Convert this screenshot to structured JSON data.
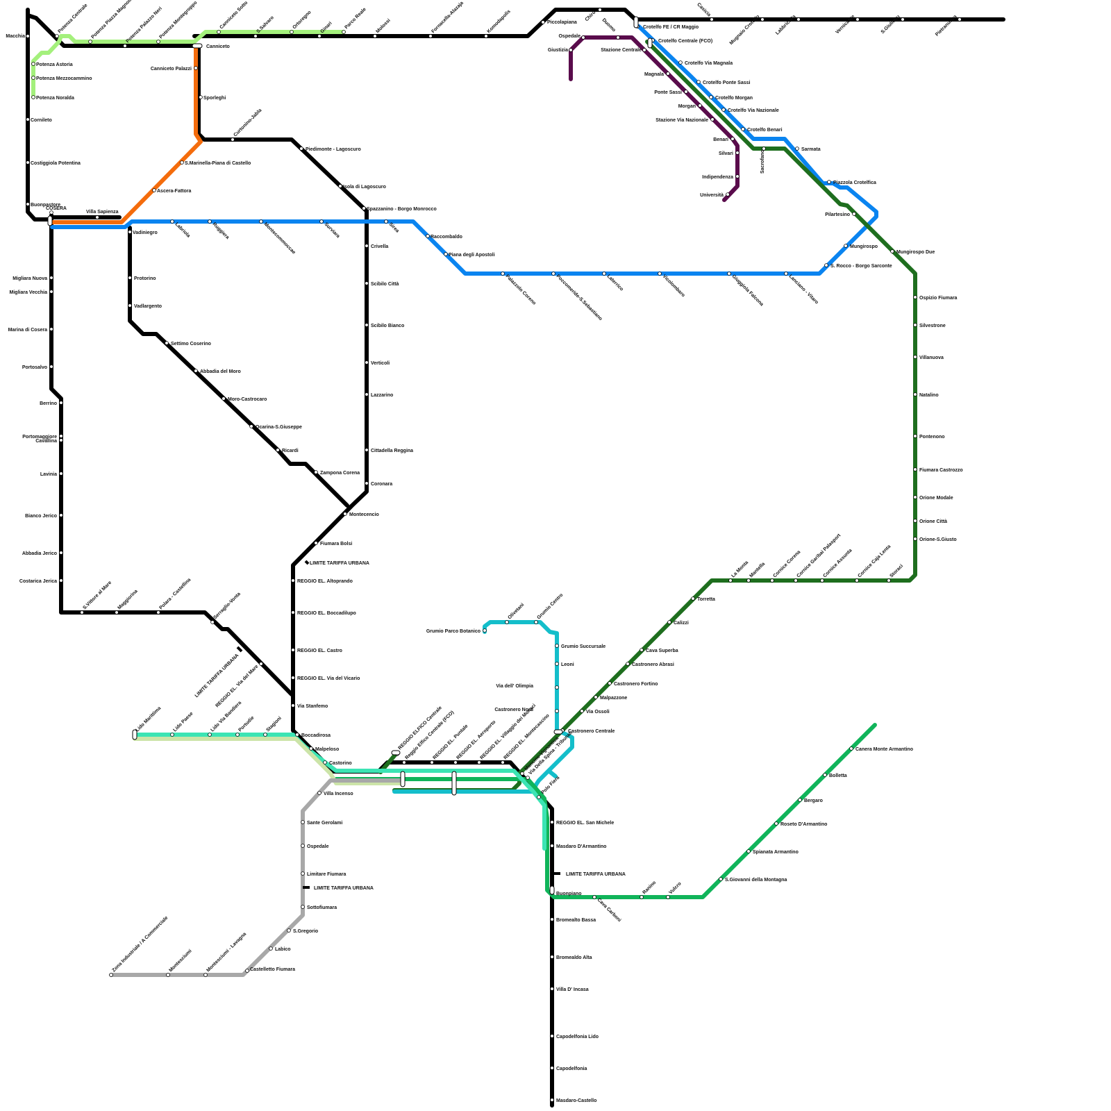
{
  "colors": {
    "black": "#000000",
    "blue": "#0a84f0",
    "orange": "#f46c0c",
    "lightgreen": "#a4f07c",
    "purple": "#5a0c4c",
    "darkgreen": "#1e6e1e",
    "green": "#10b45a",
    "teal": "#14beca",
    "aqua": "#3ce4b4",
    "beige": "#cce4a8",
    "gray": "#a8a8a8"
  },
  "notes": [
    {
      "id": "ltu-1",
      "text": "LIMITE TARIFFA URBANA"
    },
    {
      "id": "ltu-2",
      "text": "LIMITE TARIFFA URBANA"
    },
    {
      "id": "ltu-3",
      "text": "LIMITE TARIFFA URBANA"
    },
    {
      "id": "ltu-4",
      "text": "LIMITE TARIFFA URBANA"
    }
  ],
  "stations": [
    {
      "n": "Macchia"
    },
    {
      "n": "Potenza Centrale"
    },
    {
      "n": "Potenza Piazza Magnolia"
    },
    {
      "n": "Potenza Palazzo Neri"
    },
    {
      "n": "Potenza Montegroppo"
    },
    {
      "n": "Canniceto Sotto"
    },
    {
      "n": "S.Salvaro"
    },
    {
      "n": "Ortoregno"
    },
    {
      "n": "Ginari"
    },
    {
      "n": "Parco Reale"
    },
    {
      "n": "Molossi"
    },
    {
      "n": "Fornacella-Alazaja"
    },
    {
      "n": "Komodapolis"
    },
    {
      "n": "Piccolapiana"
    },
    {
      "n": "Chiro"
    },
    {
      "n": "Casicia"
    },
    {
      "n": "Mugnaio Crotelfo"
    },
    {
      "n": "Labbriciola"
    },
    {
      "n": "Vernicante"
    },
    {
      "n": "S.Giuliettu"
    },
    {
      "n": "Pietranuova"
    },
    {
      "n": "Crotelfo FE / CR Maggio"
    },
    {
      "n": "Crotelfo Centrale (FCO)"
    },
    {
      "n": "Ospedale"
    },
    {
      "n": "Duomo"
    },
    {
      "n": "Giustizia"
    },
    {
      "n": "Stazione Centrale"
    },
    {
      "n": "Crotelfo Via Magnala"
    },
    {
      "n": "Magnala"
    },
    {
      "n": "Crotelfo Ponte Sassi"
    },
    {
      "n": "Ponte Sassi"
    },
    {
      "n": "Crotelfo Morgan"
    },
    {
      "n": "Morgan"
    },
    {
      "n": "Crotelfo Via Nazionale"
    },
    {
      "n": "Stazione Via Nazionale"
    },
    {
      "n": "Crotelfo Benari"
    },
    {
      "n": "Benari"
    },
    {
      "n": "Silvari"
    },
    {
      "n": "Indipendenza"
    },
    {
      "n": "Università"
    },
    {
      "n": "Sacrofano"
    },
    {
      "n": "Sarmata"
    },
    {
      "n": "Piazzola Crotelfica"
    },
    {
      "n": "Pilartesino"
    },
    {
      "n": "Mungirospo"
    },
    {
      "n": "S. Rocco - Borgo Sarconte"
    },
    {
      "n": "Mungirospo Due"
    },
    {
      "n": "Potenza Astoria"
    },
    {
      "n": "Potenza Mezzocammino"
    },
    {
      "n": "Potenza Noralda"
    },
    {
      "n": "Cornileto"
    },
    {
      "n": "Costiggiola Potentina"
    },
    {
      "n": "Buonpastore"
    },
    {
      "n": "COSERA"
    },
    {
      "n": "Villa Sapienza"
    },
    {
      "n": "Canniceto"
    },
    {
      "n": "Canniceto Palazzi"
    },
    {
      "n": "Sporleghi"
    },
    {
      "n": "Curtonino-Jabla"
    },
    {
      "n": "S.Marinella-Piana di Castello"
    },
    {
      "n": "Ascera-Fattora"
    },
    {
      "n": "Piedimonte - Lagoscuro"
    },
    {
      "n": "Isola di Lagoscuro"
    },
    {
      "n": "Spazzanino - Borgo Monrocco"
    },
    {
      "n": "Vadiniegro"
    },
    {
      "n": "Labriola"
    },
    {
      "n": "Ruggiera"
    },
    {
      "n": "Montecommoccae"
    },
    {
      "n": "Surviara"
    },
    {
      "n": "Sirea"
    },
    {
      "n": "Raccombaldo"
    },
    {
      "n": "Piana degli Apostoli"
    },
    {
      "n": "Palazzolo Coreno"
    },
    {
      "n": "Poccomeride-S.Sebastiano"
    },
    {
      "n": "Laterrico"
    },
    {
      "n": "Vicolombaro"
    },
    {
      "n": "Giuggiola Falcona"
    },
    {
      "n": "Lanciano - Vitaro"
    },
    {
      "n": "Crivella"
    },
    {
      "n": "Scibilo Città"
    },
    {
      "n": "Scibilo Bianco"
    },
    {
      "n": "Verticoli"
    },
    {
      "n": "Lazzarino"
    },
    {
      "n": "Cittadella Reggina"
    },
    {
      "n": "Coronara"
    },
    {
      "n": "Migliara Nuova"
    },
    {
      "n": "Migliara Vecchia"
    },
    {
      "n": "Marina di Cosera"
    },
    {
      "n": "Portosalvo"
    },
    {
      "n": "Protorino"
    },
    {
      "n": "Vadlargento"
    },
    {
      "n": "Settimo Coserino"
    },
    {
      "n": "Abbadia del Moro"
    },
    {
      "n": "Moro-Castrocaro"
    },
    {
      "n": "Ocarina-S.Giuseppe"
    },
    {
      "n": "Ricardi"
    },
    {
      "n": "Zampona Corena"
    },
    {
      "n": "Montecencio"
    },
    {
      "n": "Fiumara Bolsi"
    },
    {
      "n": "REGGIO EL. Altoprando"
    },
    {
      "n": "REGGIO EL. Boccadilupo"
    },
    {
      "n": "REGGIO EL. Castro"
    },
    {
      "n": "REGGIO EL. Via del Vicario"
    },
    {
      "n": "Via Stanfemo"
    },
    {
      "n": "Berrino"
    },
    {
      "n": "Portomaggiore"
    },
    {
      "n": "Cavallina"
    },
    {
      "n": "Lavinia"
    },
    {
      "n": "Bianco Jerico"
    },
    {
      "n": "Abbadia Jerico"
    },
    {
      "n": "Costarica Jerica"
    },
    {
      "n": "S.Vittore al Mare"
    },
    {
      "n": "Maggiorina"
    },
    {
      "n": "Polara - Castellina"
    },
    {
      "n": "Serraglio-Vonta"
    },
    {
      "n": "REGGIO EL. Via del Mare"
    },
    {
      "n": "Ospizio Fiumara"
    },
    {
      "n": "Silvestrone"
    },
    {
      "n": "Villanuova"
    },
    {
      "n": "Natalino"
    },
    {
      "n": "Pontenono"
    },
    {
      "n": "Fiumara Castrozzo"
    },
    {
      "n": "Orione Modale"
    },
    {
      "n": "Orione Città"
    },
    {
      "n": "Orione-S.Giusto"
    },
    {
      "n": "La Monta"
    },
    {
      "n": "Mantella"
    },
    {
      "n": "Cornice Corena"
    },
    {
      "n": "Cornice Garibai Palasport"
    },
    {
      "n": "Cornice Assunta"
    },
    {
      "n": "Cornice Caja Lenta"
    },
    {
      "n": "Storaci"
    },
    {
      "n": "Torretta"
    },
    {
      "n": "Calizzi"
    },
    {
      "n": "Cava Superba"
    },
    {
      "n": "Castronero Abrasi"
    },
    {
      "n": "Castronero Fortino"
    },
    {
      "n": "Malpazzone"
    },
    {
      "n": "Via Ossoli"
    },
    {
      "n": "Castronero Centrale"
    },
    {
      "n": "Grumio Parco Botanico"
    },
    {
      "n": "Olivetani"
    },
    {
      "n": "Grumio Centro"
    },
    {
      "n": "Grumio Succursale"
    },
    {
      "n": "Leoni"
    },
    {
      "n": "Via dell' Olimpia"
    },
    {
      "n": "Castronero Nord"
    },
    {
      "n": "Mancino-Vignantica"
    },
    {
      "n": "Polo Fiera"
    },
    {
      "n": "Lido Marittima"
    },
    {
      "n": "Lido Paese"
    },
    {
      "n": "Lido Via Bandiera"
    },
    {
      "n": "Portudie"
    },
    {
      "n": "Stagioni"
    },
    {
      "n": "Boccadirosa"
    },
    {
      "n": "Malpeloso"
    },
    {
      "n": "Castorino"
    },
    {
      "n": "REGGIO ELFICO Centrale"
    },
    {
      "n": "Reggio Elfico Centrale (FCO)"
    },
    {
      "n": "REGGIO EL. Puntale"
    },
    {
      "n": "REGGIO EL. Aeroporto"
    },
    {
      "n": "REGGIO EL. Villaggio dei Monaci"
    },
    {
      "n": "REGGIO EL. Montecascino"
    },
    {
      "n": "Via Della Spina - Tribunali"
    },
    {
      "n": "Villa Incenso"
    },
    {
      "n": "Sante Gerolami"
    },
    {
      "n": "Ospedale"
    },
    {
      "n": "Limitare Fiumara"
    },
    {
      "n": "Sottofiumara"
    },
    {
      "n": "S.Gregorio"
    },
    {
      "n": "Labico"
    },
    {
      "n": "Castelletto Fiumara"
    },
    {
      "n": "Montesciumi - Lavagna"
    },
    {
      "n": "Montesciumi"
    },
    {
      "n": "Zona Industriale / A Commerciale"
    },
    {
      "n": "REGGIO EL. San Michele"
    },
    {
      "n": "Masdaro D'Armantino"
    },
    {
      "n": "Buonpiano"
    },
    {
      "n": "Bromealto Bassa"
    },
    {
      "n": "Bromealdo Alta"
    },
    {
      "n": "Villa D' Incasa"
    },
    {
      "n": "Capodelfonia Lido"
    },
    {
      "n": "Capodelfonia"
    },
    {
      "n": "Masdaro-Castello"
    },
    {
      "n": "Cava Carboni"
    },
    {
      "n": "Ranino"
    },
    {
      "n": "Vulcro"
    },
    {
      "n": "S.Giovanni della Montagna"
    },
    {
      "n": "Spianata Armantino"
    },
    {
      "n": "Roseto D'Armantino"
    },
    {
      "n": "Bergaro"
    },
    {
      "n": "Bolletta"
    },
    {
      "n": "Canera Monte Armantino"
    }
  ]
}
